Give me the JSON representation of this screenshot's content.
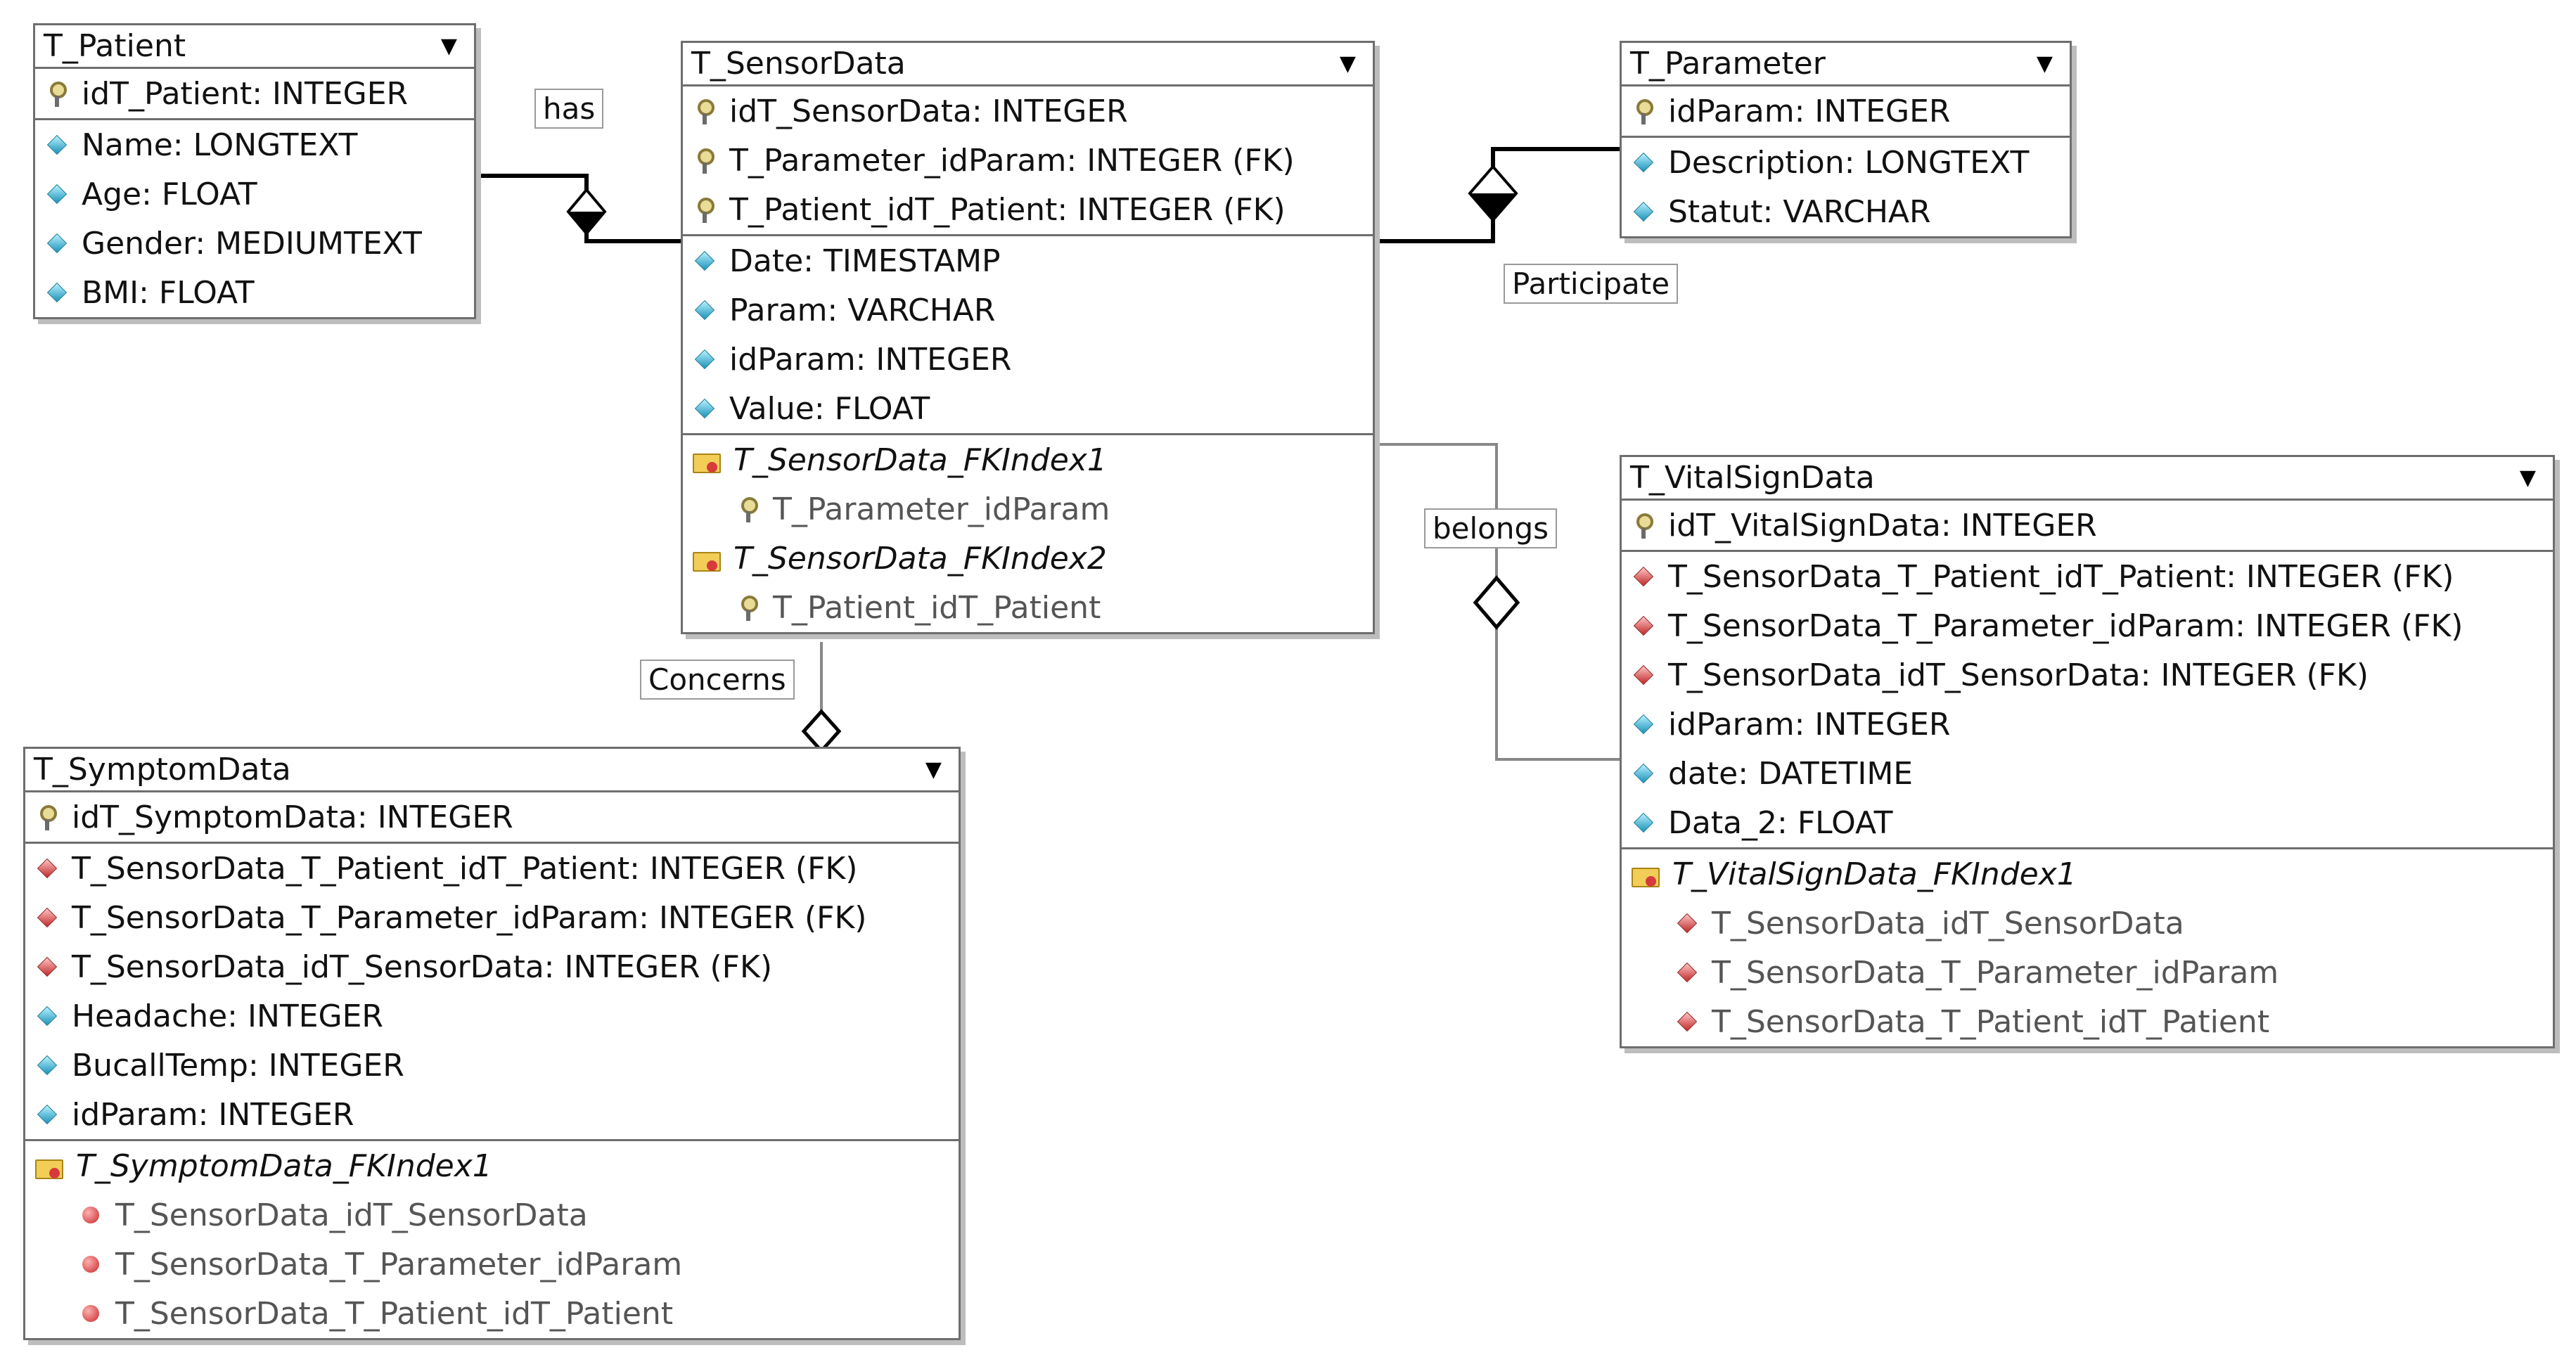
{
  "entities": {
    "patient": {
      "title": "T_Patient",
      "pk": [
        {
          "text": "idT_Patient: INTEGER"
        }
      ],
      "attrs": [
        {
          "text": "Name: LONGTEXT"
        },
        {
          "text": "Age: FLOAT"
        },
        {
          "text": "Gender: MEDIUMTEXT"
        },
        {
          "text": "BMI: FLOAT"
        }
      ]
    },
    "sensor": {
      "title": "T_SensorData",
      "pk": [
        {
          "text": "idT_SensorData: INTEGER"
        },
        {
          "text": "T_Parameter_idParam: INTEGER (FK)"
        },
        {
          "text": "T_Patient_idT_Patient: INTEGER (FK)"
        }
      ],
      "attrs": [
        {
          "text": "Date: TIMESTAMP"
        },
        {
          "text": "Param: VARCHAR"
        },
        {
          "text": "idParam: INTEGER"
        },
        {
          "text": "Value: FLOAT"
        }
      ],
      "indexes": [
        {
          "name": "T_SensorData_FKIndex1",
          "cols": [
            "T_Parameter_idParam"
          ]
        },
        {
          "name": "T_SensorData_FKIndex2",
          "cols": [
            "T_Patient_idT_Patient"
          ]
        }
      ]
    },
    "parameter": {
      "title": "T_Parameter",
      "pk": [
        {
          "text": "idParam: INTEGER"
        }
      ],
      "attrs": [
        {
          "text": "Description: LONGTEXT"
        },
        {
          "text": "Statut: VARCHAR"
        }
      ]
    },
    "vital": {
      "title": "T_VitalSignData",
      "pk": [
        {
          "text": "idT_VitalSignData: INTEGER"
        }
      ],
      "attrs": [
        {
          "text": "T_SensorData_T_Patient_idT_Patient: INTEGER (FK)",
          "fk": true
        },
        {
          "text": "T_SensorData_T_Parameter_idParam: INTEGER (FK)",
          "fk": true
        },
        {
          "text": "T_SensorData_idT_SensorData: INTEGER (FK)",
          "fk": true
        },
        {
          "text": "idParam: INTEGER"
        },
        {
          "text": "date: DATETIME"
        },
        {
          "text": "Data_2: FLOAT"
        }
      ],
      "indexes": [
        {
          "name": "T_VitalSignData_FKIndex1",
          "cols": [
            "T_SensorData_idT_SensorData",
            "T_SensorData_T_Parameter_idParam",
            "T_SensorData_T_Patient_idT_Patient"
          ]
        }
      ]
    },
    "symptom": {
      "title": "T_SymptomData",
      "pk": [
        {
          "text": "idT_SymptomData: INTEGER"
        }
      ],
      "attrs": [
        {
          "text": "T_SensorData_T_Patient_idT_Patient: INTEGER (FK)",
          "fk": true
        },
        {
          "text": "T_SensorData_T_Parameter_idParam: INTEGER (FK)",
          "fk": true
        },
        {
          "text": "T_SensorData_idT_SensorData: INTEGER (FK)",
          "fk": true
        },
        {
          "text": "Headache: INTEGER"
        },
        {
          "text": "BucallTemp: INTEGER"
        },
        {
          "text": "idParam: INTEGER"
        }
      ],
      "indexes": [
        {
          "name": "T_SymptomData_FKIndex1",
          "cols": [
            "T_SensorData_idT_SensorData",
            "T_SensorData_T_Parameter_idParam",
            "T_SensorData_T_Patient_idT_Patient"
          ]
        }
      ]
    }
  },
  "relations": {
    "has": "has",
    "participate": "Participate",
    "belongs": "belongs",
    "concerns": "Concerns"
  },
  "colors": {
    "border": "#6e6e6e",
    "line": "#000000",
    "pk_icon": "key-icon",
    "attr_icon": "blue-diamond-icon",
    "fk_icon": "red-diamond-icon"
  }
}
